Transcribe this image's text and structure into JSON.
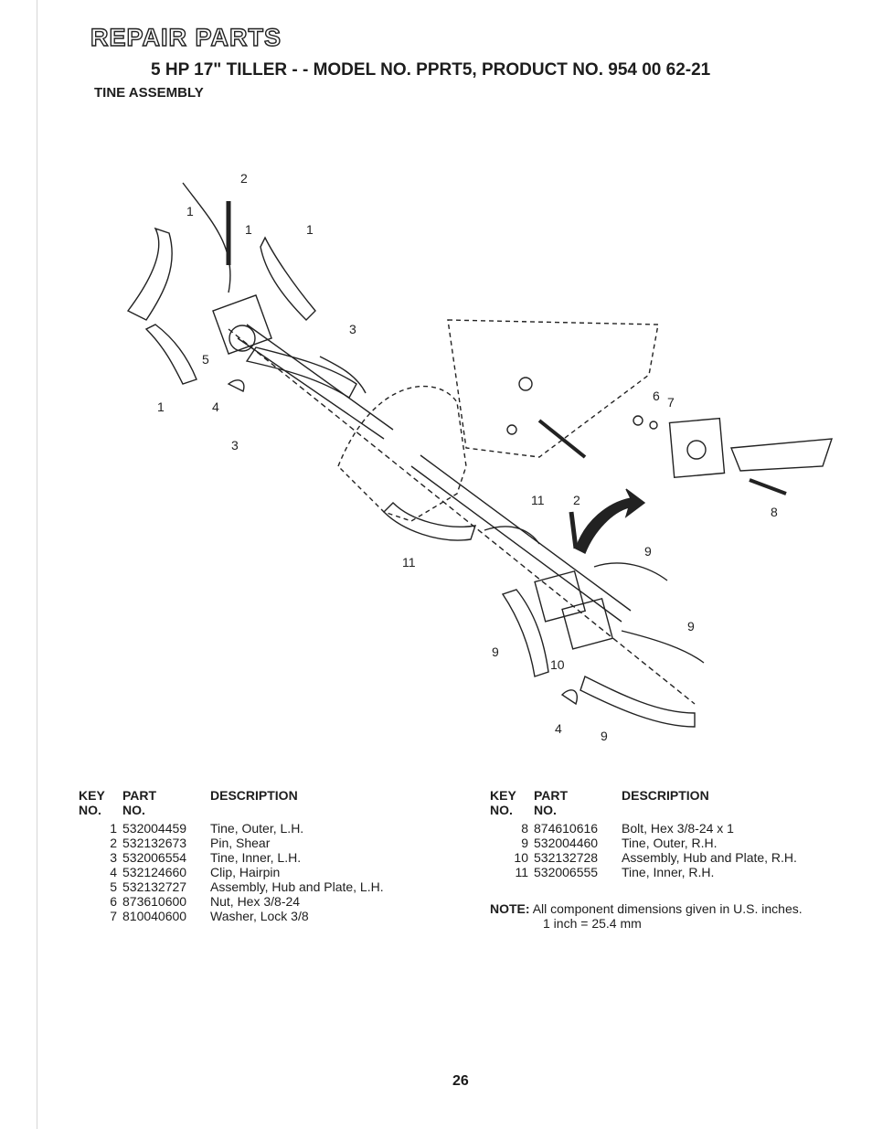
{
  "header": {
    "title": "REPAIR PARTS",
    "subtitle": "5 HP 17\" TILLER - - MODEL NO. PPRT5, PRODUCT NO. 954 00 62-21",
    "section": "TINE ASSEMBLY"
  },
  "diagram": {
    "callouts": [
      "1",
      "2",
      "1",
      "1",
      "3",
      "5",
      "4",
      "1",
      "3",
      "6",
      "7",
      "8",
      "11",
      "2",
      "11",
      "9",
      "9",
      "9",
      "10",
      "4",
      "9"
    ]
  },
  "table": {
    "headers": {
      "key_1": "KEY",
      "key_2": "NO.",
      "part_1": "PART",
      "part_2": "NO.",
      "description": "DESCRIPTION"
    },
    "left_rows": [
      {
        "key": "1",
        "part": "532004459",
        "desc": "Tine, Outer, L.H."
      },
      {
        "key": "2",
        "part": "532132673",
        "desc": "Pin, Shear"
      },
      {
        "key": "3",
        "part": "532006554",
        "desc": "Tine, Inner, L.H."
      },
      {
        "key": "4",
        "part": "532124660",
        "desc": "Clip, Hairpin"
      },
      {
        "key": "5",
        "part": "532132727",
        "desc": "Assembly, Hub and Plate, L.H."
      },
      {
        "key": "6",
        "part": "873610600",
        "desc": "Nut, Hex 3/8-24"
      },
      {
        "key": "7",
        "part": "810040600",
        "desc": "Washer, Lock 3/8"
      }
    ],
    "right_rows": [
      {
        "key": "8",
        "part": "874610616",
        "desc": "Bolt, Hex 3/8-24 x 1"
      },
      {
        "key": "9",
        "part": "532004460",
        "desc": "Tine, Outer, R.H."
      },
      {
        "key": "10",
        "part": "532132728",
        "desc": "Assembly, Hub and Plate, R.H."
      },
      {
        "key": "11",
        "part": "532006555",
        "desc": "Tine, Inner, R.H."
      }
    ]
  },
  "note": {
    "label": "NOTE:",
    "line1": "All component dimensions given in U.S. inches.",
    "line2": "1 inch = 25.4 mm"
  },
  "footer": {
    "page_number": "26"
  }
}
